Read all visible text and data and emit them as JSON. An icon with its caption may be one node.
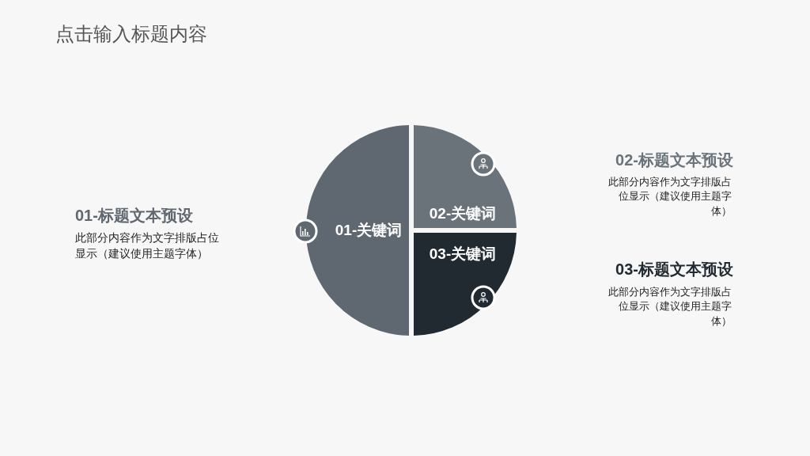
{
  "diagram": {
    "title": "点击输入标题内容",
    "nodes": [
      {
        "text": [
          "01-关键词"
        ]
      },
      {
        "text": [
          "02-关键词"
        ]
      },
      {
        "text": [
          "03-关键词"
        ]
      }
    ],
    "labels": [
      "01-标题文本预设",
      "此部分内容作为文字排版占位显示（建议使用主题字体）",
      "02-标题文本预设",
      "此部分内容作为文字排版占位显示（建议使用主题字体）",
      "03-标题文本预设",
      "此部分内容作为文字排版占位显示（建议使用主题字体）"
    ]
  }
}
